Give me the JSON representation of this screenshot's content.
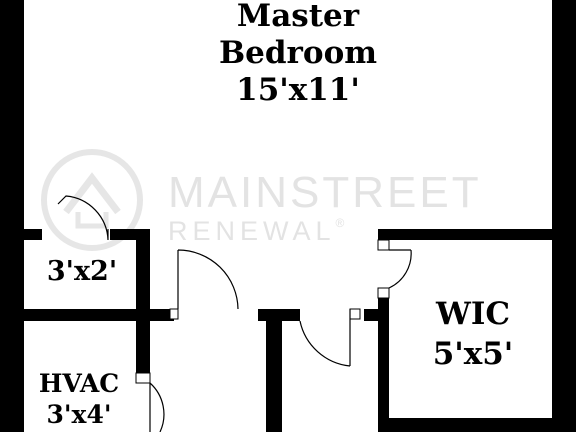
{
  "rooms": {
    "master": {
      "name_line1": "Master",
      "name_line2": "Bedroom",
      "dims": "15'x11'"
    },
    "closet": {
      "dims": "3'x2'"
    },
    "wic": {
      "name": "WIC",
      "dims": "5'x5'"
    },
    "hvac": {
      "name": "HVAC",
      "dims": "3'x4'"
    }
  },
  "watermark": {
    "line1": "MAINSTREET",
    "line2": "RENEWAL",
    "mark": "®"
  },
  "colors": {
    "wall": "#000000",
    "background": "#ffffff",
    "watermark": "#e3e3e3"
  }
}
